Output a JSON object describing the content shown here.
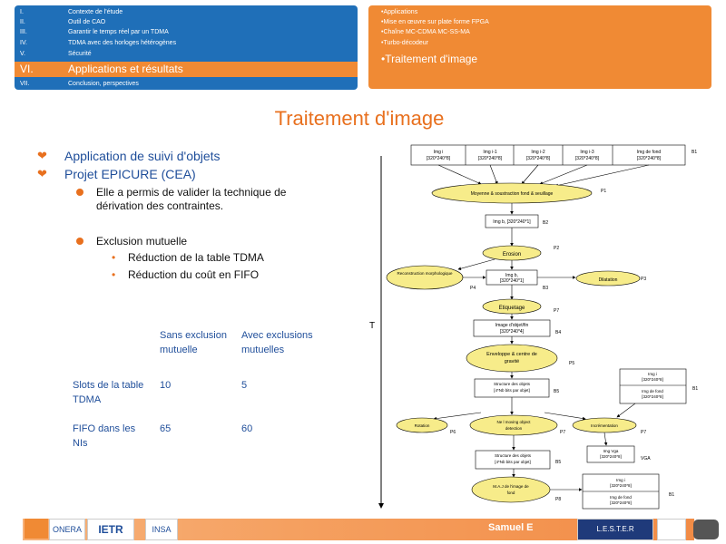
{
  "outline": {
    "items": [
      {
        "num": "I.",
        "label": "Contexte de l'étude"
      },
      {
        "num": "II.",
        "label": "Outil de CAO"
      },
      {
        "num": "III.",
        "label": "Garantir le temps réel par un TDMA"
      },
      {
        "num": "IV.",
        "label": "TDMA avec des horloges hétérogènes"
      },
      {
        "num": "V.",
        "label": "Sécurité"
      },
      {
        "num": "VI.",
        "label": "Applications et résultats"
      },
      {
        "num": "VII.",
        "label": "Conclusion, perspectives"
      }
    ]
  },
  "subsections": [
    "•Applications",
    "•Mise en œuvre sur plate forme FPGA",
    "•Chaîne MC-CDMA MC-SS-MA",
    "•Turbo-décodeur",
    "•Traitement d'image"
  ],
  "slide_title": "Traitement d'image",
  "bullets": {
    "l1_a": "Application de suivi d'objets",
    "l1_b": "Projet EPICURE (CEA)",
    "l2_a_line1": "Elle a permis de valider la technique de",
    "l2_a_line2": "dérivation des contraintes.",
    "l2_b": "Exclusion mutuelle",
    "l3_a": "Réduction de la table TDMA",
    "l3_b": "Réduction du coût en FIFO"
  },
  "table": {
    "col1_line1": "Sans exclusion",
    "col1_line2": "mutuelle",
    "col2_line1": "Avec exclusions",
    "col2_line2": "mutuelles",
    "row1_line1": "Slots de la table",
    "row1_line2": "TDMA",
    "row1_v1": "10",
    "row1_v2": "5",
    "row2_line1": "FIFO dans les",
    "row2_line2": "NIs",
    "row2_v1": "65",
    "row2_v2": "60"
  },
  "diagram": {
    "time_label": "T",
    "img_boxes": [
      {
        "l1": "Img i",
        "l2": "[320*240*8]"
      },
      {
        "l1": "Img i-1",
        "l2": "[320*240*8]"
      },
      {
        "l1": "Img i-2",
        "l2": "[320*240*8]"
      },
      {
        "l1": "Img i-3",
        "l2": "[320*240*8]"
      },
      {
        "l1": "Img de fond",
        "l2": "[320*240*8]"
      }
    ],
    "b1": "B1",
    "p1_label": "Moyenne & soustraction fond & seuillage",
    "p1": "P1",
    "imgbin_label": "Img b, [320*240*1]",
    "b2": "B2",
    "erosion": "Erosion",
    "p2": "P2",
    "recon": "Reconstruction morphologique",
    "p4": "P4",
    "imgb2_l1": "Img b,",
    "imgb2_l2": "[320*240*1]",
    "b3": "B3",
    "dilation": "Dilatation",
    "p3": "P3",
    "etiq": "Etiquetage",
    "p7": "P7",
    "imgobj_l1": "Image d'objet/fin",
    "imgobj_l2": "[320*240*4]",
    "b4": "B4",
    "env_l1": "Enveloppe & centre de",
    "env_l2": "gravité",
    "p5": "P5",
    "struct1_l1": "Structure des objets",
    "struct1_l2": "[4*Nb bits par objet]",
    "b5": "B5",
    "imgi_l1": "Img i",
    "imgi_l2": "[320*240*8]",
    "imgf_l1": "Img de fond",
    "imgf_l2": "[320*240*8]",
    "b1b": "B1",
    "rotate": "Rotation",
    "p6": "P6",
    "newobj_l1": "Ne l moving object",
    "newobj_l2": "detection",
    "p7b": "P7",
    "increment": "Incrémentation",
    "p7c": "P7",
    "struct2_l1": "Structure des objets",
    "struct2_l2": "[4*Nb bits par objet]",
    "b5b": "B5",
    "vga_l1": "Img Vga",
    "vga_l2": "[320*240*8]",
    "vga": "VGA",
    "maj_l1": "M.A.J de l'image de",
    "maj_l2": "fond",
    "p8": "P8",
    "imgi2_l1": "Img i",
    "imgi2_l2": "[320*240*8]",
    "imgf2_l1": "Img de fond",
    "imgf2_l2": "[320*240*8]",
    "b1c": "B1"
  },
  "footer": {
    "name": "Samuel E",
    "logo1": "ONERA",
    "logo2": "IETR",
    "logo3": "INSA",
    "logo4": "L.E.S.T.E.R"
  },
  "colors": {
    "blue": "#1f6fb8",
    "orange": "#f08a34",
    "ellipse": "#f7ec8a"
  }
}
